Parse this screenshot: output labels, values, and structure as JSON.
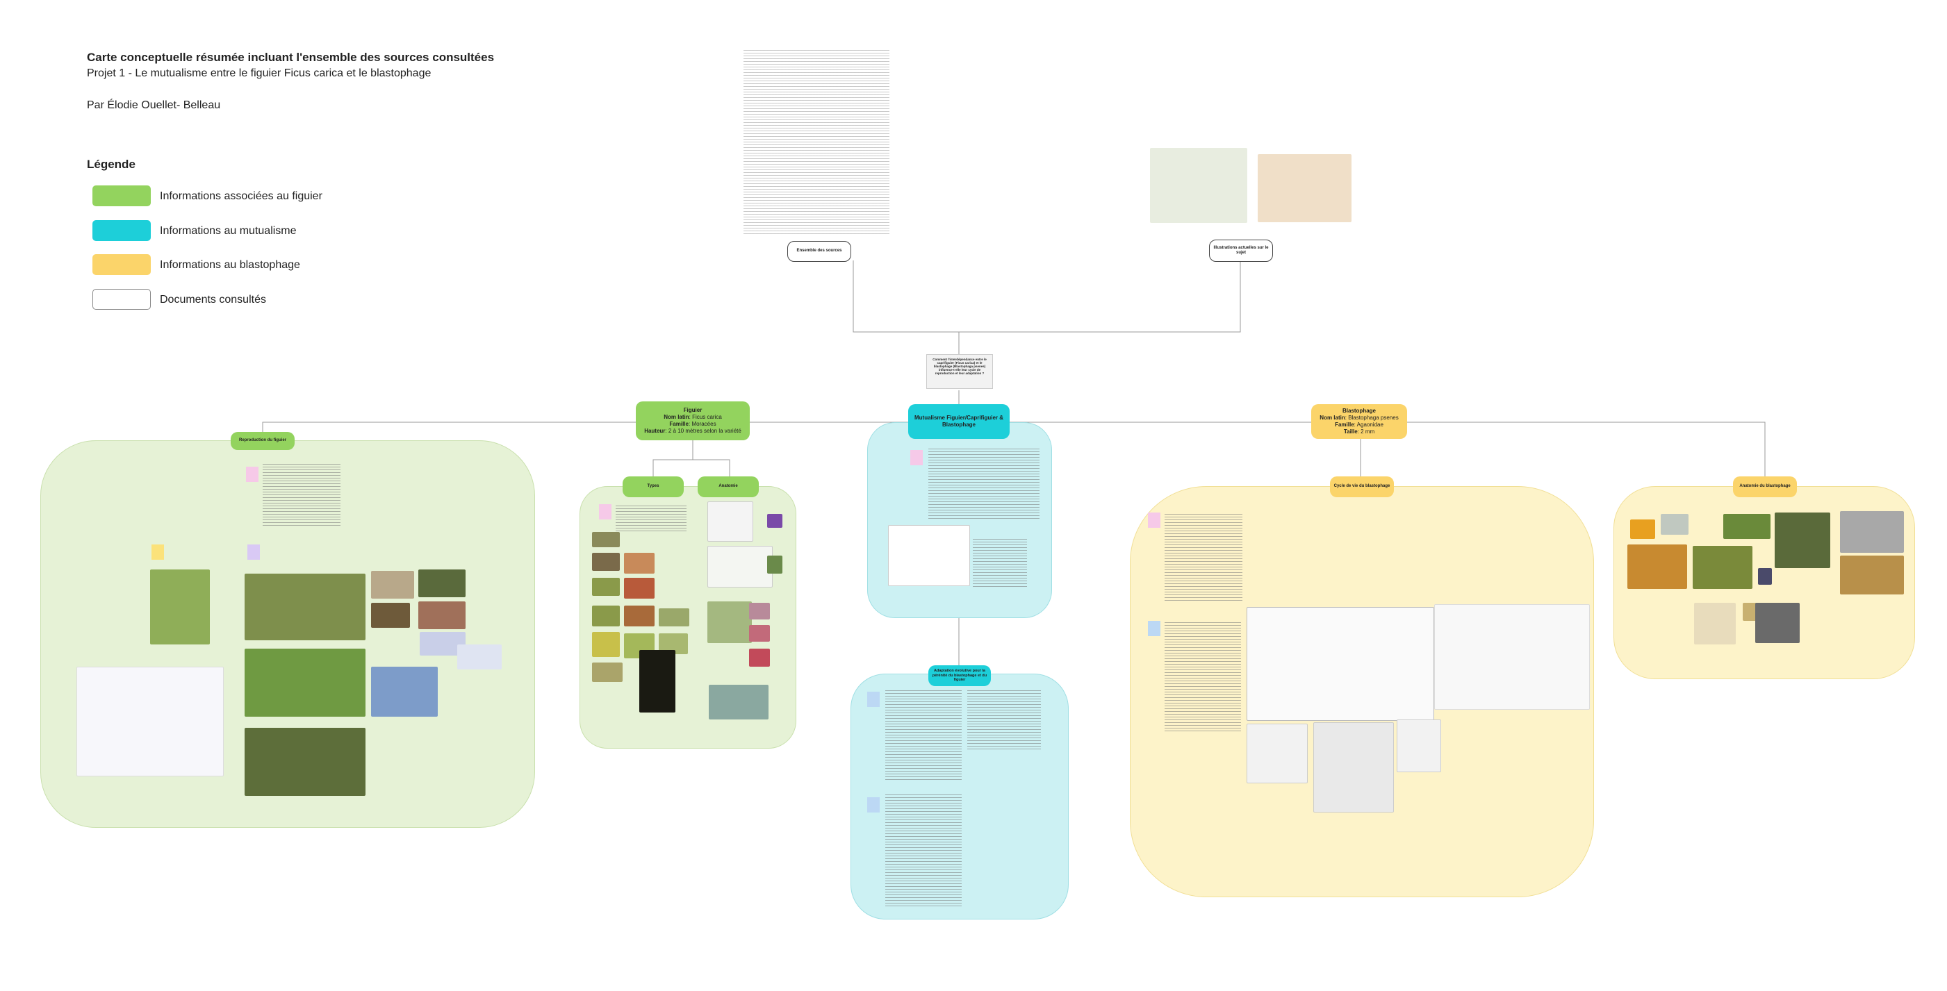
{
  "header": {
    "title": "Carte conceptuelle résumée incluant l'ensemble des sources consultées",
    "subtitle": "Projet 1 - Le mutualisme entre le figuier Ficus carica et le blastophage",
    "author": "Par Élodie Ouellet- Belleau"
  },
  "legend": {
    "title": "Légende",
    "items": [
      {
        "label": "Informations associées au figuier",
        "color": "#93d35e"
      },
      {
        "label": "Informations au mutualisme",
        "color": "#1dcfd9"
      },
      {
        "label": "Informations au blastophage",
        "color": "#fbd46a"
      },
      {
        "label": "Documents consultés",
        "color": "#ffffff"
      }
    ]
  },
  "nodes": {
    "sources": "Ensemble des sources",
    "illustrations": "Illustrations actuelles sur le sujet",
    "question": "Comment l'interdépendance entre le capri­figuier (Ficus carica) et le blastophage (Blastophaga psenes) influence-t-elle leur cycle de reproduction et leur adaptation ?",
    "figuier": {
      "title": "Figuier",
      "latin_label": "Nom latin",
      "latin_value": ": Ficus carica",
      "family_label": "Famille",
      "family_value": ": Moracées",
      "height_label": "Hauteur",
      "height_value": ": 2 à 10 mètres selon la variété"
    },
    "mutualisme": "Mutualisme Figuier/Caprifiguier & Blastophage",
    "blastophage": {
      "title": "Blastophage",
      "latin_label": "Nom latin",
      "latin_value": ": Blastophaga psenes",
      "family_label": "Famille",
      "family_value": ": Agaonidae",
      "size_label": "Taille",
      "size_value": ": 2 mm"
    },
    "reproduction": "Reproduction du figuier",
    "types": "Types",
    "anatomie": "Anatomie",
    "adaptations": "Adaptation évolutive pour la pérénité du blastophage et du figuier",
    "cycle": "Cycle de vie du blastophage",
    "anatomie_blastophage": "Anatomie du blastophage"
  }
}
